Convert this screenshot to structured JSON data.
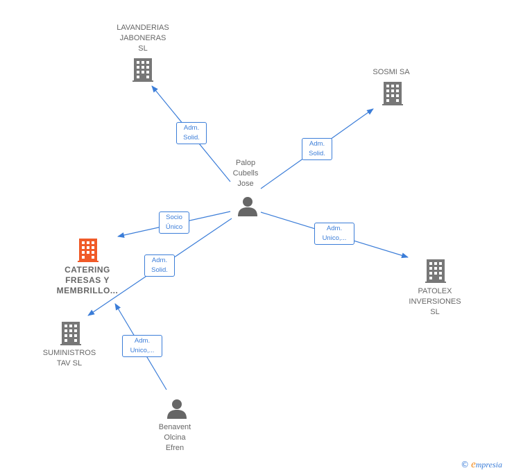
{
  "nodes": {
    "lavanderias": {
      "label": "LAVANDERIAS\nJABONERAS\nSL"
    },
    "sosmi": {
      "label": "SOSMI SA"
    },
    "palop": {
      "label": "Palop\nCubells\nJose"
    },
    "catering": {
      "label": "CATERING\nFRESAS Y\nMEMBRILLO..."
    },
    "patolex": {
      "label": "PATOLEX\nINVERSIONES\nSL"
    },
    "suministros": {
      "label": "SUMINISTROS\nTAV SL"
    },
    "benavent": {
      "label": "Benavent\nOlcina\nEfren"
    }
  },
  "edges": {
    "palop_lavanderias": {
      "label": "Adm.\nSolid."
    },
    "palop_sosmi": {
      "label": "Adm.\nSolid."
    },
    "palop_catering": {
      "label": "Socio\nÚnico"
    },
    "palop_patolex": {
      "label": "Adm.\nUnico,..."
    },
    "palop_suministros": {
      "label": "Adm.\nSolid."
    },
    "benavent_catering": {
      "label": "Adm.\nUnico,..."
    }
  },
  "colors": {
    "edge": "#3b7dd8",
    "company": "#777777",
    "focus_company": "#f05a28",
    "person": "#666666"
  },
  "icons": {
    "company": "building-icon",
    "person": "person-icon"
  },
  "branding": {
    "copyright": "©",
    "name_initial": "e",
    "name_rest": "mpresia"
  }
}
